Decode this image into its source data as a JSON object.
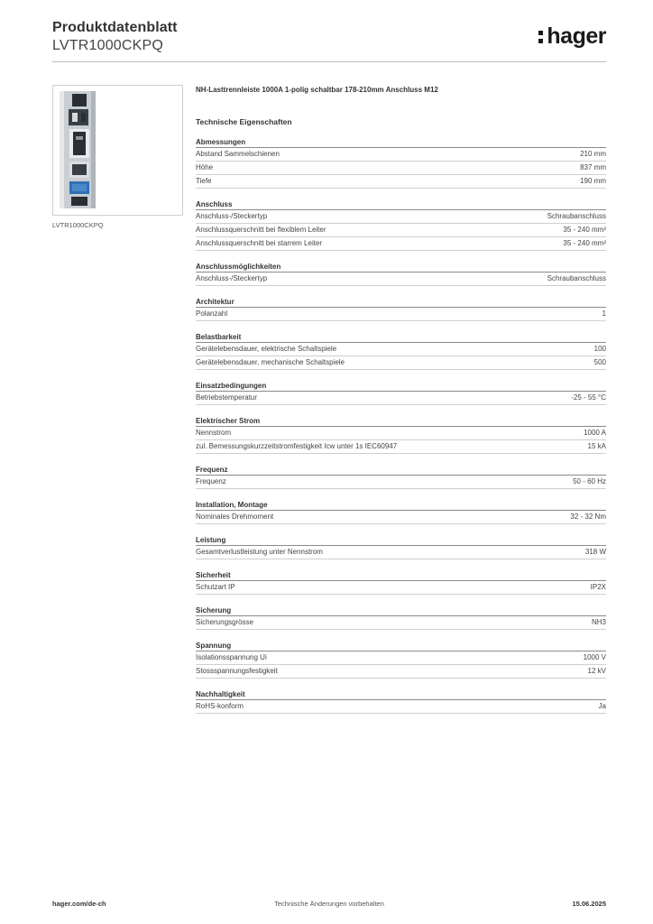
{
  "header": {
    "title": "Produktdatenblatt",
    "subtitle": "LVTR1000CKPQ",
    "logo_text": "hager"
  },
  "image": {
    "caption": "LVTR1000CKPQ",
    "colors": {
      "body": "#c9ced3",
      "dark": "#2b2f33",
      "accent": "#2f6fb5"
    }
  },
  "product_description": "NH-Lasttrennleiste 1000A 1-polig schaltbar 178-210mm Anschluss M12",
  "section_heading": "Technische Eigenschaften",
  "groups": [
    {
      "title": "Abmessungen",
      "rows": [
        {
          "label": "Abstand Sammelschienen",
          "value": "210 mm"
        },
        {
          "label": "Höhe",
          "value": "837 mm"
        },
        {
          "label": "Tiefe",
          "value": "190 mm"
        }
      ]
    },
    {
      "title": "Anschluss",
      "rows": [
        {
          "label": "Anschluss-/Steckertyp",
          "value": "Schraubanschluss"
        },
        {
          "label": "Anschlussquerschnitt bei flexiblem Leiter",
          "value": "35 - 240 mm²"
        },
        {
          "label": "Anschlussquerschnitt bei starrem Leiter",
          "value": "35 - 240 mm²"
        }
      ]
    },
    {
      "title": "Anschlussmöglichkeiten",
      "rows": [
        {
          "label": "Anschluss-/Steckertyp",
          "value": "Schraubanschluss"
        }
      ]
    },
    {
      "title": "Architektur",
      "rows": [
        {
          "label": "Polanzahl",
          "value": "1"
        }
      ]
    },
    {
      "title": "Belastbarkeit",
      "rows": [
        {
          "label": "Gerätelebensdauer, elektrische Schaltspiele",
          "value": "100"
        },
        {
          "label": "Gerätelebensdauer, mechanische Schaltspiele",
          "value": "500"
        }
      ]
    },
    {
      "title": "Einsatzbedingungen",
      "rows": [
        {
          "label": "Betriebstemperatur",
          "value": "-25 - 55 °C"
        }
      ]
    },
    {
      "title": "Elektrischer Strom",
      "rows": [
        {
          "label": "Nennstrom",
          "value": "1000 A"
        },
        {
          "label": "zul. Bemessungskurzzeitstromfestigkeit Icw unter 1s IEC60947",
          "value": "15 kA"
        }
      ]
    },
    {
      "title": "Frequenz",
      "rows": [
        {
          "label": "Frequenz",
          "value": "50 - 60 Hz"
        }
      ]
    },
    {
      "title": "Installation, Montage",
      "rows": [
        {
          "label": "Nominales Drehmoment",
          "value": "32 - 32 Nm"
        }
      ]
    },
    {
      "title": "Leistung",
      "rows": [
        {
          "label": "Gesamtverlustleistung unter Nennstrom",
          "value": "318 W"
        }
      ]
    },
    {
      "title": "Sicherheit",
      "rows": [
        {
          "label": "Schutzart IP",
          "value": "IP2X"
        }
      ]
    },
    {
      "title": "Sicherung",
      "rows": [
        {
          "label": "Sicherungsgrösse",
          "value": "NH3"
        }
      ]
    },
    {
      "title": "Spannung",
      "rows": [
        {
          "label": "Isolationsspannung Ui",
          "value": "1000 V"
        },
        {
          "label": "Stossspannungsfestigkeit",
          "value": "12 kV"
        }
      ]
    },
    {
      "title": "Nachhaltigkeit",
      "rows": [
        {
          "label": "RoHS-konform",
          "value": "Ja"
        }
      ]
    }
  ],
  "footer": {
    "website": "hager.com/de-ch",
    "notice": "Technische Änderungen vorbehalten",
    "date": "15.06.2025"
  }
}
